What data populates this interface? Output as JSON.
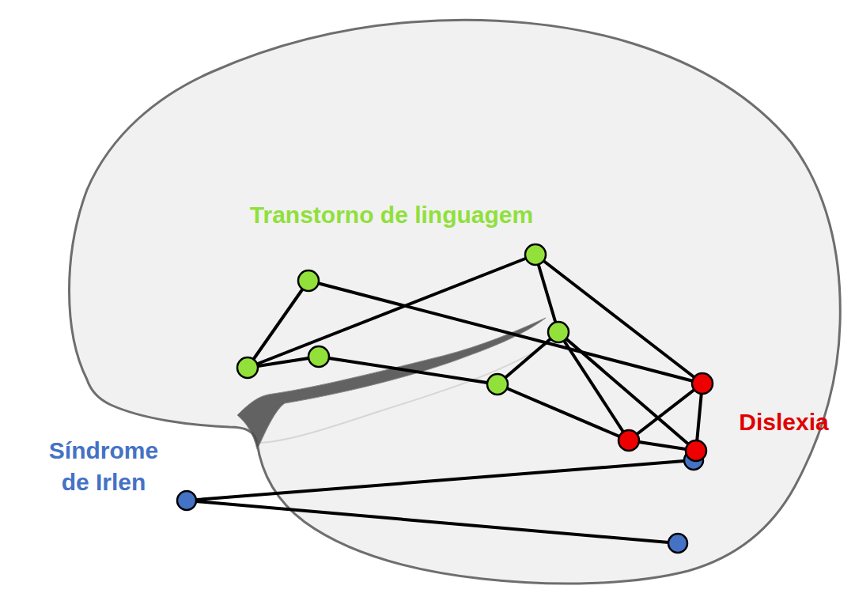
{
  "diagram": {
    "labels": [
      "Transtorno de linguagem",
      "Dislexia",
      "Síndrome de Irlen"
    ]
  }
}
